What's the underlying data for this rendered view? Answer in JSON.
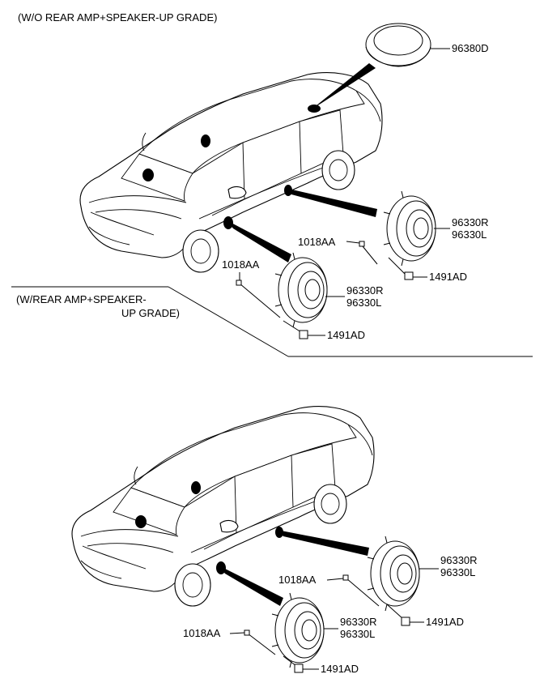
{
  "section_top": {
    "heading": "(W/O REAR AMP+SPEAKER-UP GRADE)",
    "parts": {
      "rear_speaker": "96380D",
      "front_door_speaker_r": "96330R",
      "front_door_speaker_l": "96330L",
      "front_screw": "1018AA",
      "front_nut": "1491AD",
      "rear_door_speaker_r": "96330R",
      "rear_door_speaker_l": "96330L",
      "rear_screw": "1018AA",
      "rear_nut": "1491AD"
    }
  },
  "section_bottom": {
    "heading_line1": "(W/REAR AMP+SPEAKER-",
    "heading_line2": "UP GRADE)",
    "parts": {
      "rear_door_speaker_r": "96330R",
      "rear_door_speaker_l": "96330L",
      "rear_screw": "1018AA",
      "rear_nut": "1491AD",
      "front_door_speaker_r": "96330R",
      "front_door_speaker_l": "96330L",
      "front_screw": "1018AA",
      "front_nut": "1491AD"
    }
  }
}
